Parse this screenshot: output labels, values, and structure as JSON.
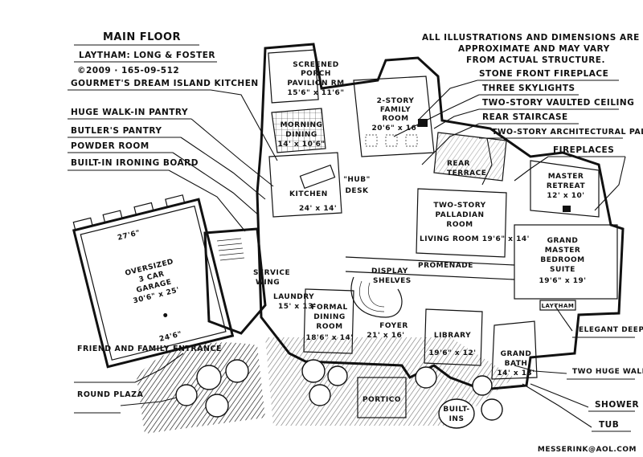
{
  "title_block": {
    "title": "MAIN FLOOR",
    "plan_name": "LAYTHAM: LONG & FOSTER",
    "plan_code": "©2009 · 165-09-512"
  },
  "disclaimer": {
    "line1": "ALL ILLUSTRATIONS AND DIMENSIONS ARE",
    "line2": "APPROXIMATE AND MAY VARY",
    "line3": "FROM ACTUAL STRUCTURE."
  },
  "left_callouts": [
    "GOURMET'S DREAM ISLAND KITCHEN",
    "HUGE WALK-IN PANTRY",
    "BUTLER'S PANTRY",
    "POWDER ROOM",
    "BUILT-IN IRONING BOARD"
  ],
  "right_callouts": [
    "STONE FRONT FIREPLACE",
    "THREE SKYLIGHTS",
    "TWO-STORY VAULTED CEILING",
    "REAR STAIRCASE",
    "TWO-STORY ARCHITECTURAL PALLADIAN WINDOW",
    "FIREPLACES"
  ],
  "bottom_right_callouts": [
    "ELEGANT DEEP TRAY CEILING",
    "TWO HUGE WALK-IN CLOSETS",
    "SHOWER",
    "TUB"
  ],
  "bottom_left_callouts": [
    "FRIEND AND FAMILY ENTRANCE",
    "ROUND PLAZA"
  ],
  "rooms": {
    "screened_porch": [
      "SCREENED",
      "PORCH",
      "PAVILION RM",
      "15'6\" x 11'6\""
    ],
    "family_room": [
      "2-STORY",
      "FAMILY",
      "ROOM",
      "20'6\" x 16'"
    ],
    "morning_dining": [
      "MORNING",
      "DINING",
      "14' x 10'6\""
    ],
    "rear_terrace": [
      "REAR",
      "TERRACE"
    ],
    "master_retreat": [
      "MASTER",
      "RETREAT",
      "12' x 10'"
    ],
    "kitchen": [
      "KITCHEN",
      "24' x 14'"
    ],
    "hub_desk": [
      "\"HUB\"",
      "DESK"
    ],
    "palladian_room": [
      "TWO-STORY",
      "PALLADIAN",
      "ROOM"
    ],
    "living_room": [
      "LIVING ROOM 19'6\" x 14'"
    ],
    "promenade": [
      "PROMENADE"
    ],
    "master_suite": [
      "GRAND",
      "MASTER",
      "BEDROOM",
      "SUITE",
      "19'6\" x 19'"
    ],
    "garage": [
      "OVERSIZED",
      "3 CAR",
      "GARAGE",
      "30'6\" x 25'"
    ],
    "garage_dim_top": [
      "27'6\""
    ],
    "garage_dim_bottom": [
      "24'6\""
    ],
    "service_wing": [
      "SERVICE",
      "WING"
    ],
    "laundry": [
      "LAUNDRY",
      "15' x 13'"
    ],
    "display_shelves": [
      "DISPLAY",
      "SHELVES"
    ],
    "formal_dining": [
      "FORMAL",
      "DINING",
      "ROOM",
      "18'6\" x 14'"
    ],
    "foyer": [
      "FOYER",
      "21' x 16'"
    ],
    "library": [
      "LIBRARY",
      "19'6\" x 12'"
    ],
    "grand_bath": [
      "GRAND",
      "BATH",
      "14' x 13'"
    ],
    "laytham_tag": [
      "LAYTHAM"
    ],
    "portico": [
      "PORTICO"
    ],
    "built_ins": [
      "BUILT-",
      "INS"
    ]
  },
  "signature": "MESSERINK@AOL.COM"
}
